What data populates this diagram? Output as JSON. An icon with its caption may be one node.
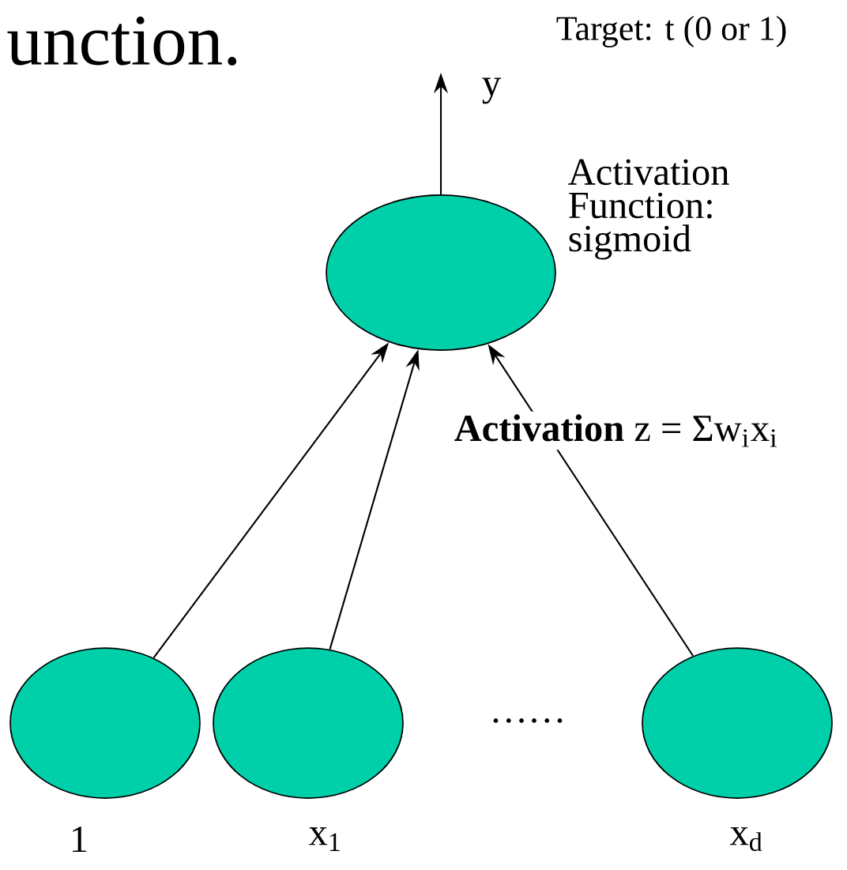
{
  "diagram": {
    "nodes": [
      {
        "text": [],
        "shape": "circle",
        "beside": [
          "Activation Function: sigmoid"
        ]
      },
      {
        "text": [],
        "shape": "circle",
        "beside": [
          "1"
        ]
      },
      {
        "text": [],
        "shape": "circle",
        "beside": [
          "x$_{1}$"
        ]
      },
      {
        "text": [],
        "shape": "circle",
        "beside": [
          "x$_{d}$"
        ]
      }
    ],
    "edges": [
      {
        "from": 0,
        "to": null,
        "arrow": "to",
        "label": "y"
      },
      {
        "from": 1,
        "to": 0,
        "arrow": "to"
      },
      {
        "from": 2,
        "to": 0,
        "arrow": "to"
      },
      {
        "from": 3,
        "to": 0,
        "arrow": "to"
      }
    ],
    "labels": [
      "unction.",
      "Target: t (0 or 1)",
      "**Activation** z = Σw$_{i}$x$_{i}$",
      "……"
    ]
  }
}
